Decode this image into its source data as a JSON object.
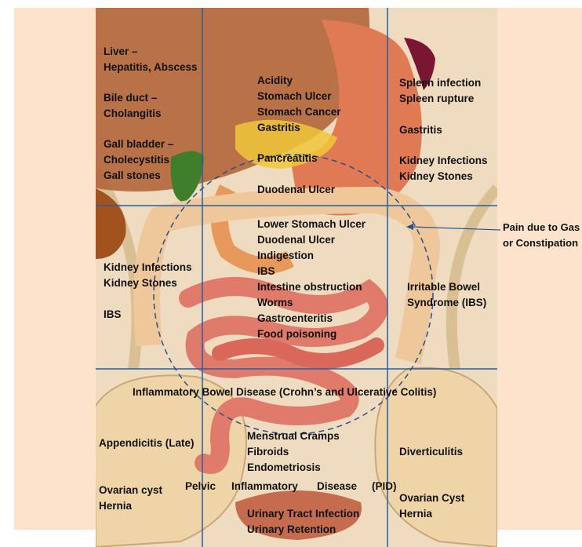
{
  "colors": {
    "page_background": "#fde3cc",
    "anatomy_background": "#efdcc0",
    "grid_lines": "#1f5fa8",
    "dashed_circle": "#2a4f8e",
    "liver": "#b3653a",
    "stomach": "#e07a55",
    "spleen": "#7a1632",
    "intestine": "#e07a6a",
    "gall_bladder": "#3f7f2c",
    "pancreas": "#f0c73a",
    "label_text": "#111111"
  },
  "regions": {
    "right_hypochondrium": [
      "Liver –",
      "Hepatitis, Abscess",
      "Bile duct –",
      "Cholangitis",
      "Gall bladder –",
      "Cholecystitis",
      "Gall stones"
    ],
    "epigastric": [
      "Acidity",
      "Stomach Ulcer",
      "Stomach Cancer",
      "Gastritis",
      "Pancreatitis",
      "Duodenal Ulcer"
    ],
    "left_hypochondrium": [
      "Spleen infection",
      "Spleen rupture",
      "Gastritis",
      "Kidney Infections",
      "Kidney Stones"
    ],
    "right_lumbar": [
      "Kidney Infections",
      "Kidney Stones",
      "IBS"
    ],
    "umbilical": [
      "Lower Stomach Ulcer",
      "Duodenal Ulcer",
      "Indigestion",
      "IBS",
      "Intestine obstruction",
      "Worms",
      "Gastroenteritis",
      "Food poisoning"
    ],
    "left_lumbar": [
      "Irritable Bowel",
      "Syndrome (IBS)"
    ],
    "lower_banner": "Inflammatory Bowel Disease (Crohn’s and Ulcerative Colitis)",
    "right_iliac": [
      "Appendicitis (Late)",
      "Ovarian cyst",
      "Hernia"
    ],
    "hypogastric": [
      "Menstrual Cramps",
      "Fibroids",
      "Endometriosis"
    ],
    "pelvic_banner": [
      "Pelvic",
      "Inflammatory",
      "Disease",
      "(PID)"
    ],
    "urinary": [
      "Urinary Tract Infection",
      "Urinary Retention"
    ],
    "left_iliac": [
      "Diverticulitis",
      "Ovarian Cyst",
      "Hernia"
    ],
    "callout": [
      "Pain due to Gas",
      "or Constipation"
    ]
  }
}
